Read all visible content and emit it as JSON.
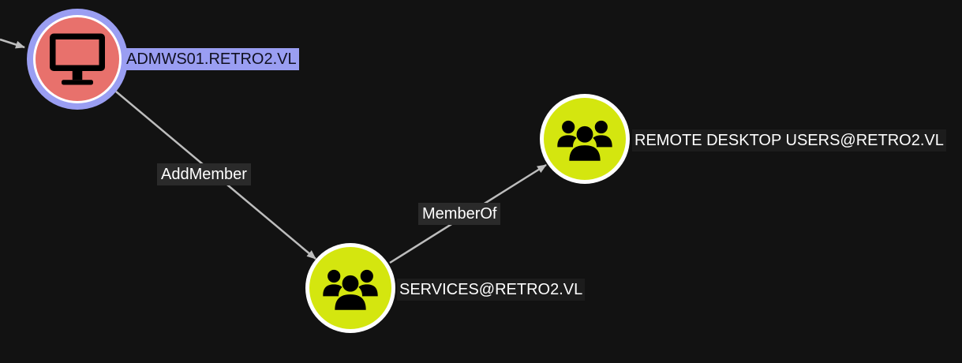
{
  "graph": {
    "background": "#121212",
    "nodes": [
      {
        "id": "admws01",
        "label": "ADMWS01.RETRO2.VL",
        "kind": "computer",
        "icon": "monitor-icon",
        "fill_color": "#e8716c",
        "ring_color": "#9a9ef2",
        "selected": true
      },
      {
        "id": "services",
        "label": "SERVICES@RETRO2.VL",
        "kind": "group",
        "icon": "users-group-icon",
        "fill_color": "#d4e60f",
        "ring_color": "#ffffff",
        "selected": false
      },
      {
        "id": "rdusers",
        "label": "REMOTE DESKTOP USERS@RETRO2.VL",
        "kind": "group",
        "icon": "users-group-icon",
        "fill_color": "#d4e60f",
        "ring_color": "#ffffff",
        "selected": false
      }
    ],
    "edges": [
      {
        "from": "admws01",
        "to": "services",
        "label": "AddMember"
      },
      {
        "from": "services",
        "to": "rdusers",
        "label": "MemberOf"
      }
    ],
    "edge_color": "#bdbdbd"
  }
}
